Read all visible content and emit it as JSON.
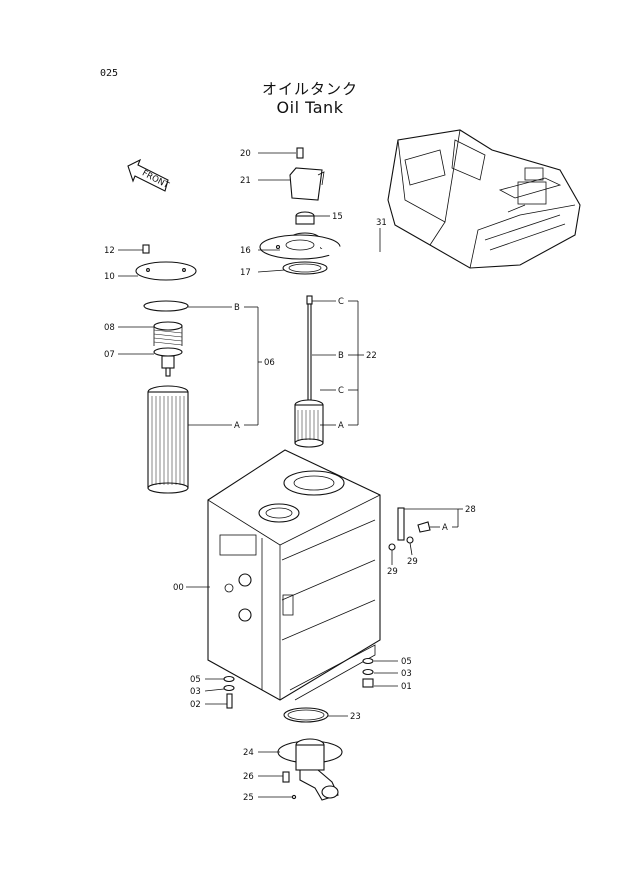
{
  "page_number": "025",
  "title_jp": "オイルタンク",
  "title_en": "Oil Tank",
  "front_label": "FRONT",
  "callouts": {
    "c20": "20",
    "c21": "21",
    "c15": "15",
    "c16": "16",
    "c17": "17",
    "c31": "31",
    "c12": "12",
    "c10": "10",
    "c08": "08",
    "c07": "07",
    "c06": "06",
    "c22": "22",
    "c00": "00",
    "c28": "28",
    "c29a": "29",
    "c29b": "29",
    "c05a": "05",
    "c03a": "03",
    "c02": "02",
    "c05b": "05",
    "c03b": "03",
    "c01": "01",
    "c23": "23",
    "c24": "24",
    "c26": "26",
    "c25": "25"
  },
  "refs": {
    "b_06": "B",
    "a_06": "A",
    "c_22_top": "C",
    "b_22": "B",
    "c_22_mid": "C",
    "a_22": "A",
    "a_28": "A"
  }
}
